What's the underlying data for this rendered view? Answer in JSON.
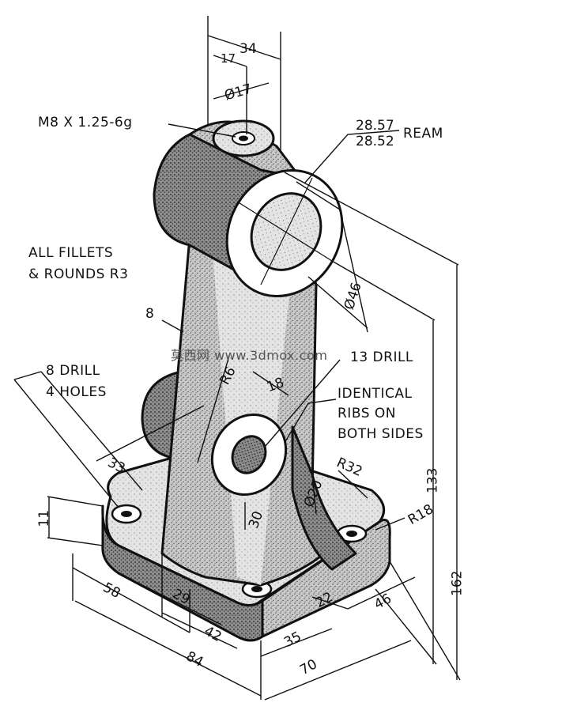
{
  "notes": {
    "thread": "M8 X 1.25-6g",
    "ream_upper": "28.57",
    "ream_lower": "28.52",
    "ream_word": "REAM",
    "fillets_line1": "ALL FILLETS",
    "fillets_line2": "& ROUNDS R3",
    "drill_line1": "8 DRILL",
    "drill_line2": "4 HOLES",
    "drill13": "13 DRILL",
    "ribs_line1": "IDENTICAL",
    "ribs_line2": "RIBS ON",
    "ribs_line3": "BOTH SIDES",
    "watermark": "莫西网 www.3dmox.com"
  },
  "dimensions": {
    "d34": "34",
    "d17": "17",
    "dia17": "Ø17",
    "dia46": "Ø46",
    "r8": "8",
    "R6": "R6",
    "d18": "18",
    "d33": "33",
    "d11": "11",
    "d58": "58",
    "d29": "29",
    "d42": "42",
    "d84": "84",
    "d30": "30",
    "dia20": "Ø20",
    "R32": "R32",
    "R18": "R18",
    "d22": "22",
    "d35": "35",
    "d70": "70",
    "d46": "46",
    "d133": "133",
    "d162": "162"
  },
  "colors": {
    "ink": "#111111",
    "shade": "#9a9a9a",
    "paper": "#ffffff"
  }
}
